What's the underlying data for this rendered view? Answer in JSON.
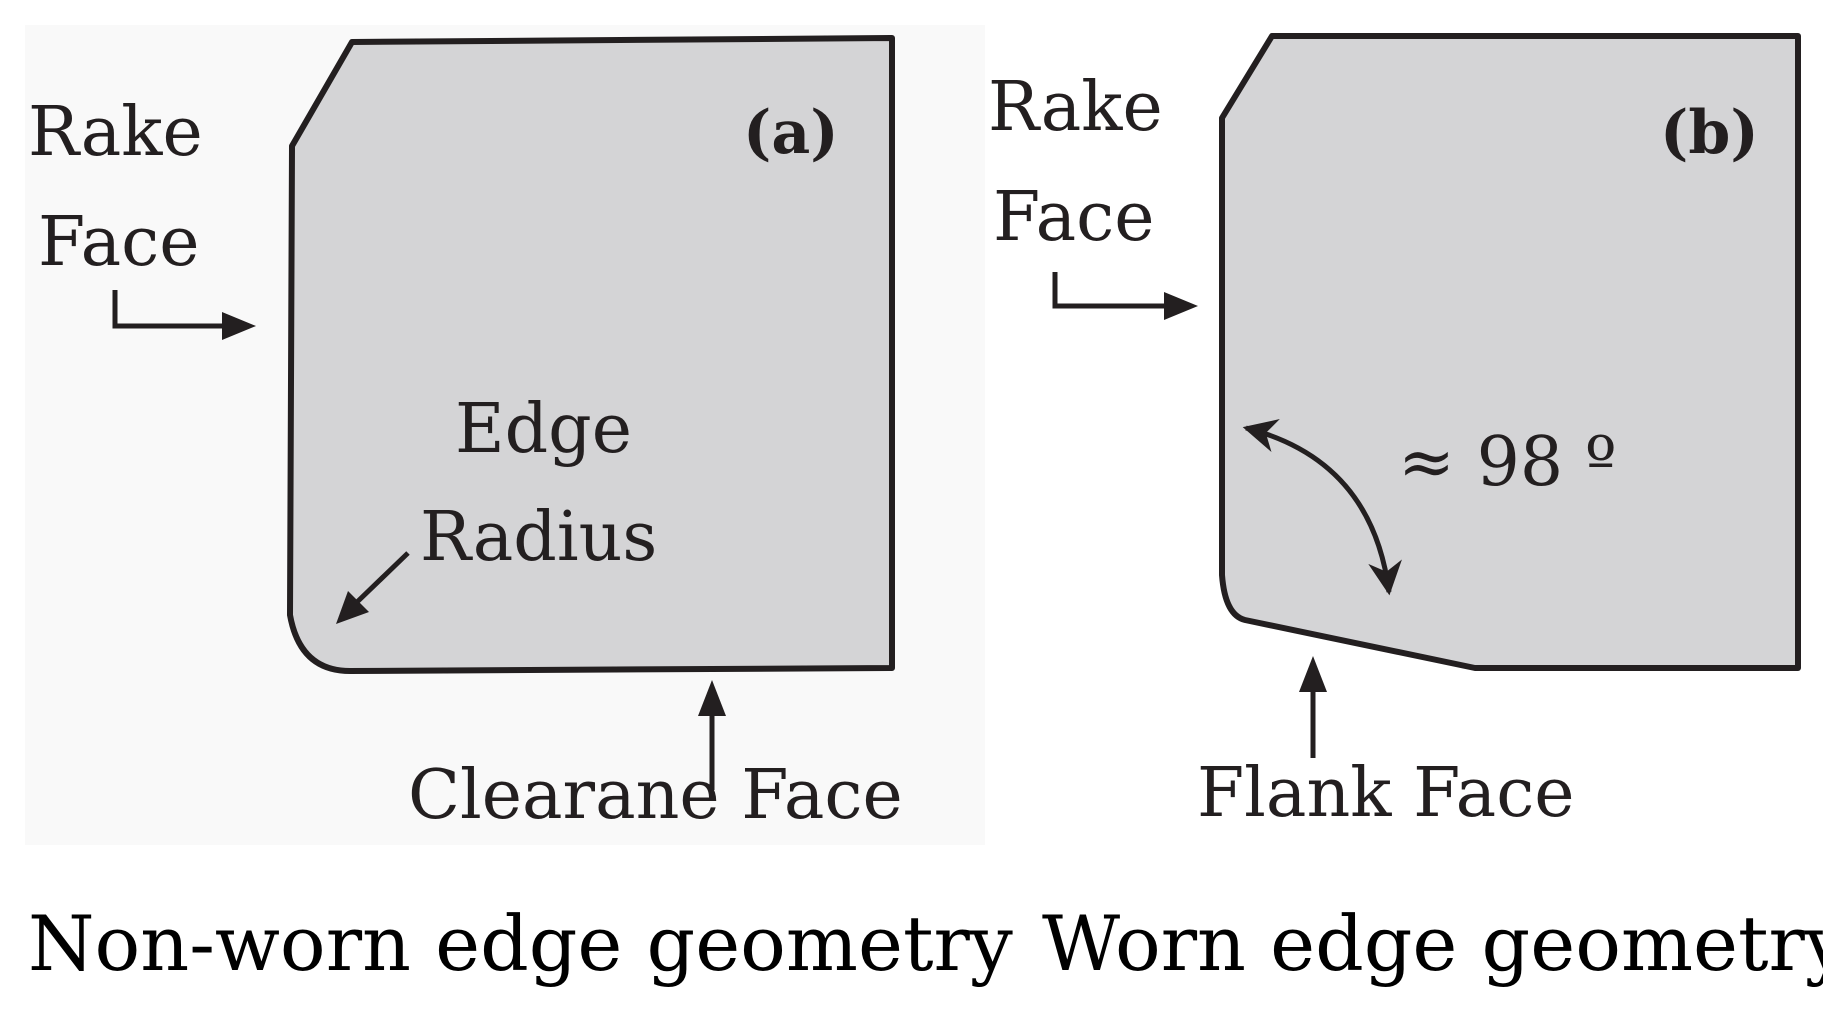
{
  "colors": {
    "tool_fill": "#d4d4d6",
    "stroke": "#231f20",
    "text": "#231f20"
  },
  "panel_a": {
    "label": "(a)",
    "rake_line1": "Rake",
    "rake_line2": "Face",
    "edge_line1": "Edge",
    "edge_line2": "Radius",
    "clearance_label": "Clearane Face",
    "caption": "Non-worn edge geometry"
  },
  "panel_b": {
    "label": "(b)",
    "rake_line1": "Rake",
    "rake_line2": "Face",
    "angle_label": "≈ 98 º",
    "flank_label": "Flank Face",
    "caption": "Worn edge geometry"
  }
}
